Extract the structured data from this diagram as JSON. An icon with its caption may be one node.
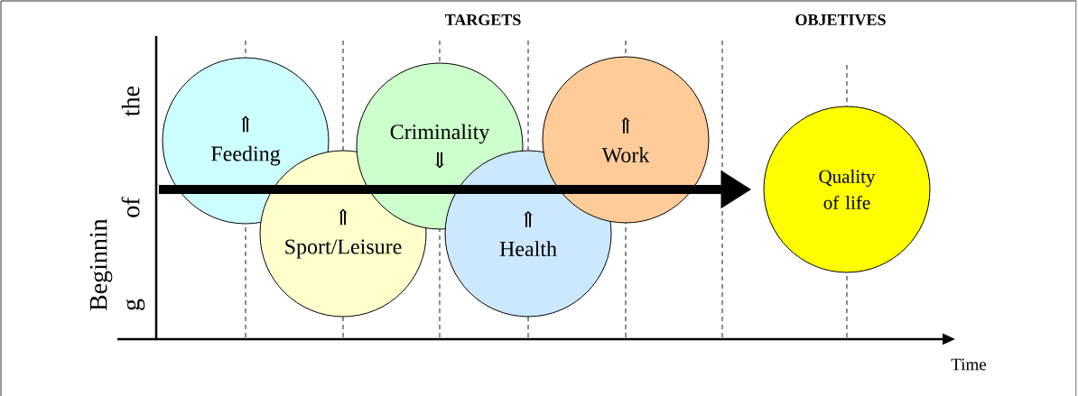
{
  "diagram": {
    "nodes": [
      {
        "text": [
          "⇑",
          "Feeding"
        ]
      },
      {
        "text": [
          "⇑",
          "Sport/Leisure"
        ]
      },
      {
        "text": [
          "Criminality",
          "⇓"
        ]
      },
      {
        "text": [
          "⇑",
          "Health"
        ]
      },
      {
        "text": [
          "⇑",
          "Work"
        ]
      },
      {
        "text": [
          "Quality of life"
        ]
      }
    ],
    "edges": [
      {
        "from": null,
        "to": 5,
        "arrow": "to"
      }
    ],
    "labels": [
      "TARGETS",
      "OBJETIVES",
      "Beginnin g of the",
      "Time"
    ]
  }
}
